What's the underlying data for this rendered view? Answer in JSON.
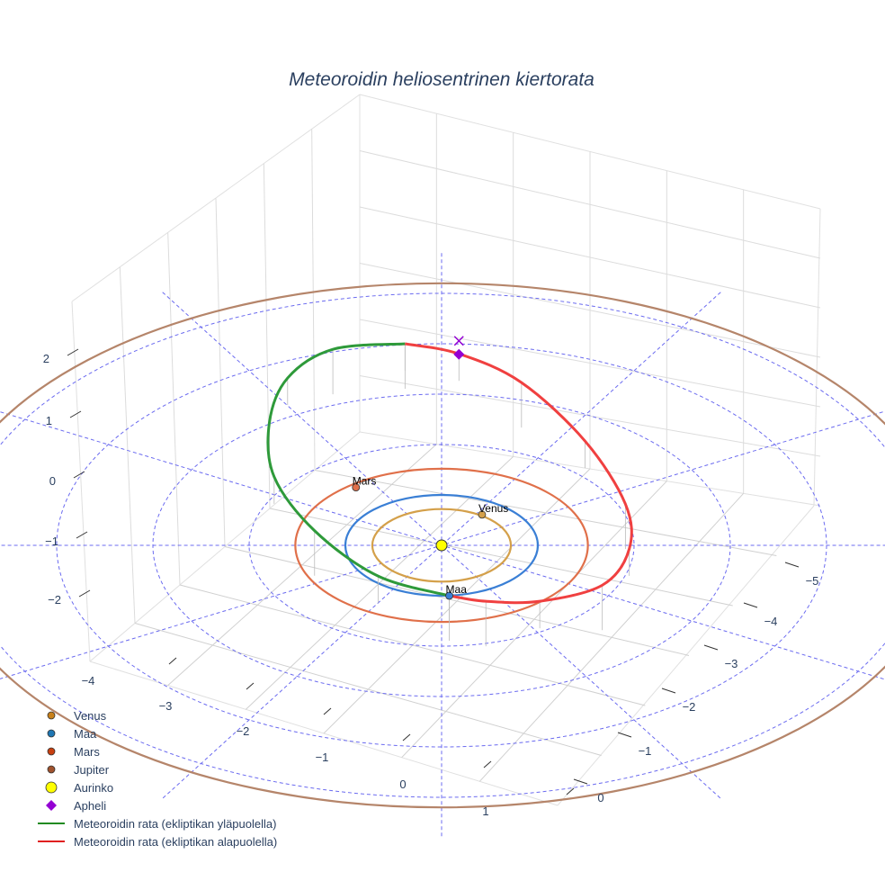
{
  "chart_data": {
    "type": "scatter3d",
    "title": "Meteoroidin heliosentrinen kiertorata",
    "x_ticks": [
      "−4",
      "−3",
      "−2",
      "−1",
      "0",
      "1"
    ],
    "y_ticks": [
      "−5",
      "−4",
      "−3",
      "−2",
      "−1",
      "0"
    ],
    "z_ticks": [
      "2",
      "1",
      "0",
      "−1",
      "−2"
    ],
    "ecliptic_rings_au": [
      1,
      2,
      3,
      4,
      5
    ],
    "planet_orbits": [
      {
        "name": "Venus",
        "radius_au": 0.72,
        "color": "#d4a04a",
        "position": [
          0.42,
          0.61
        ]
      },
      {
        "name": "Maa",
        "radius_au": 1.0,
        "color": "#3a7fd5",
        "position": [
          0.08,
          -1.0
        ]
      },
      {
        "name": "Mars",
        "radius_au": 1.52,
        "color": "#e0704a",
        "position": [
          -0.89,
          1.15
        ]
      },
      {
        "name": "Jupiter",
        "radius_au": 5.2,
        "color": "#b5856a"
      }
    ],
    "sun": {
      "name": "Aurinko",
      "color": "#ffff00",
      "position": [
        0,
        0
      ]
    },
    "aphelion": {
      "name": "Apheli",
      "color": "#9400d3",
      "position": [
        0.18,
        3.79
      ]
    },
    "orbit_above": {
      "name": "Meteoroidin rata (ekliptikan yläpuolella)",
      "color": "#2e9a3a",
      "points": [
        [
          0.08,
          -1.0
        ],
        [
          -0.66,
          -0.61
        ],
        [
          -1.32,
          0.29
        ],
        [
          -1.74,
          1.36
        ],
        [
          -1.79,
          2.43
        ],
        [
          -1.6,
          3.32
        ],
        [
          -1.13,
          3.89
        ],
        [
          -0.38,
          4.0
        ]
      ]
    },
    "orbit_below": {
      "name": "Meteoroidin rata (ekliptikan alapuolella)",
      "color": "#f04040",
      "points": [
        [
          -0.38,
          4.0
        ],
        [
          0.18,
          3.8
        ],
        [
          0.83,
          3.23
        ],
        [
          1.49,
          2.07
        ],
        [
          1.91,
          0.82
        ],
        [
          1.95,
          -0.07
        ],
        [
          1.67,
          -0.79
        ],
        [
          1.02,
          -1.11
        ],
        [
          0.46,
          -1.11
        ],
        [
          0.08,
          -1.0
        ]
      ]
    },
    "legend": [
      {
        "label": "Venus",
        "symbol": "circle",
        "color": "#c8801a"
      },
      {
        "label": "Maa",
        "symbol": "circle",
        "color": "#1f77b4"
      },
      {
        "label": "Mars",
        "symbol": "circle",
        "color": "#c84010"
      },
      {
        "label": "Jupiter",
        "symbol": "circle",
        "color": "#a0522d"
      },
      {
        "label": "Aurinko",
        "symbol": "circle-large",
        "color": "#ffff00"
      },
      {
        "label": "Apheli",
        "symbol": "diamond",
        "color": "#9400d3"
      },
      {
        "label": "Meteoroidin rata (ekliptikan yläpuolella)",
        "symbol": "line",
        "color": "#228b22"
      },
      {
        "label": "Meteoroidin rata (ekliptikan alapuolella)",
        "symbol": "line",
        "color": "#e02020"
      }
    ],
    "legend_position": "bottom-left"
  }
}
